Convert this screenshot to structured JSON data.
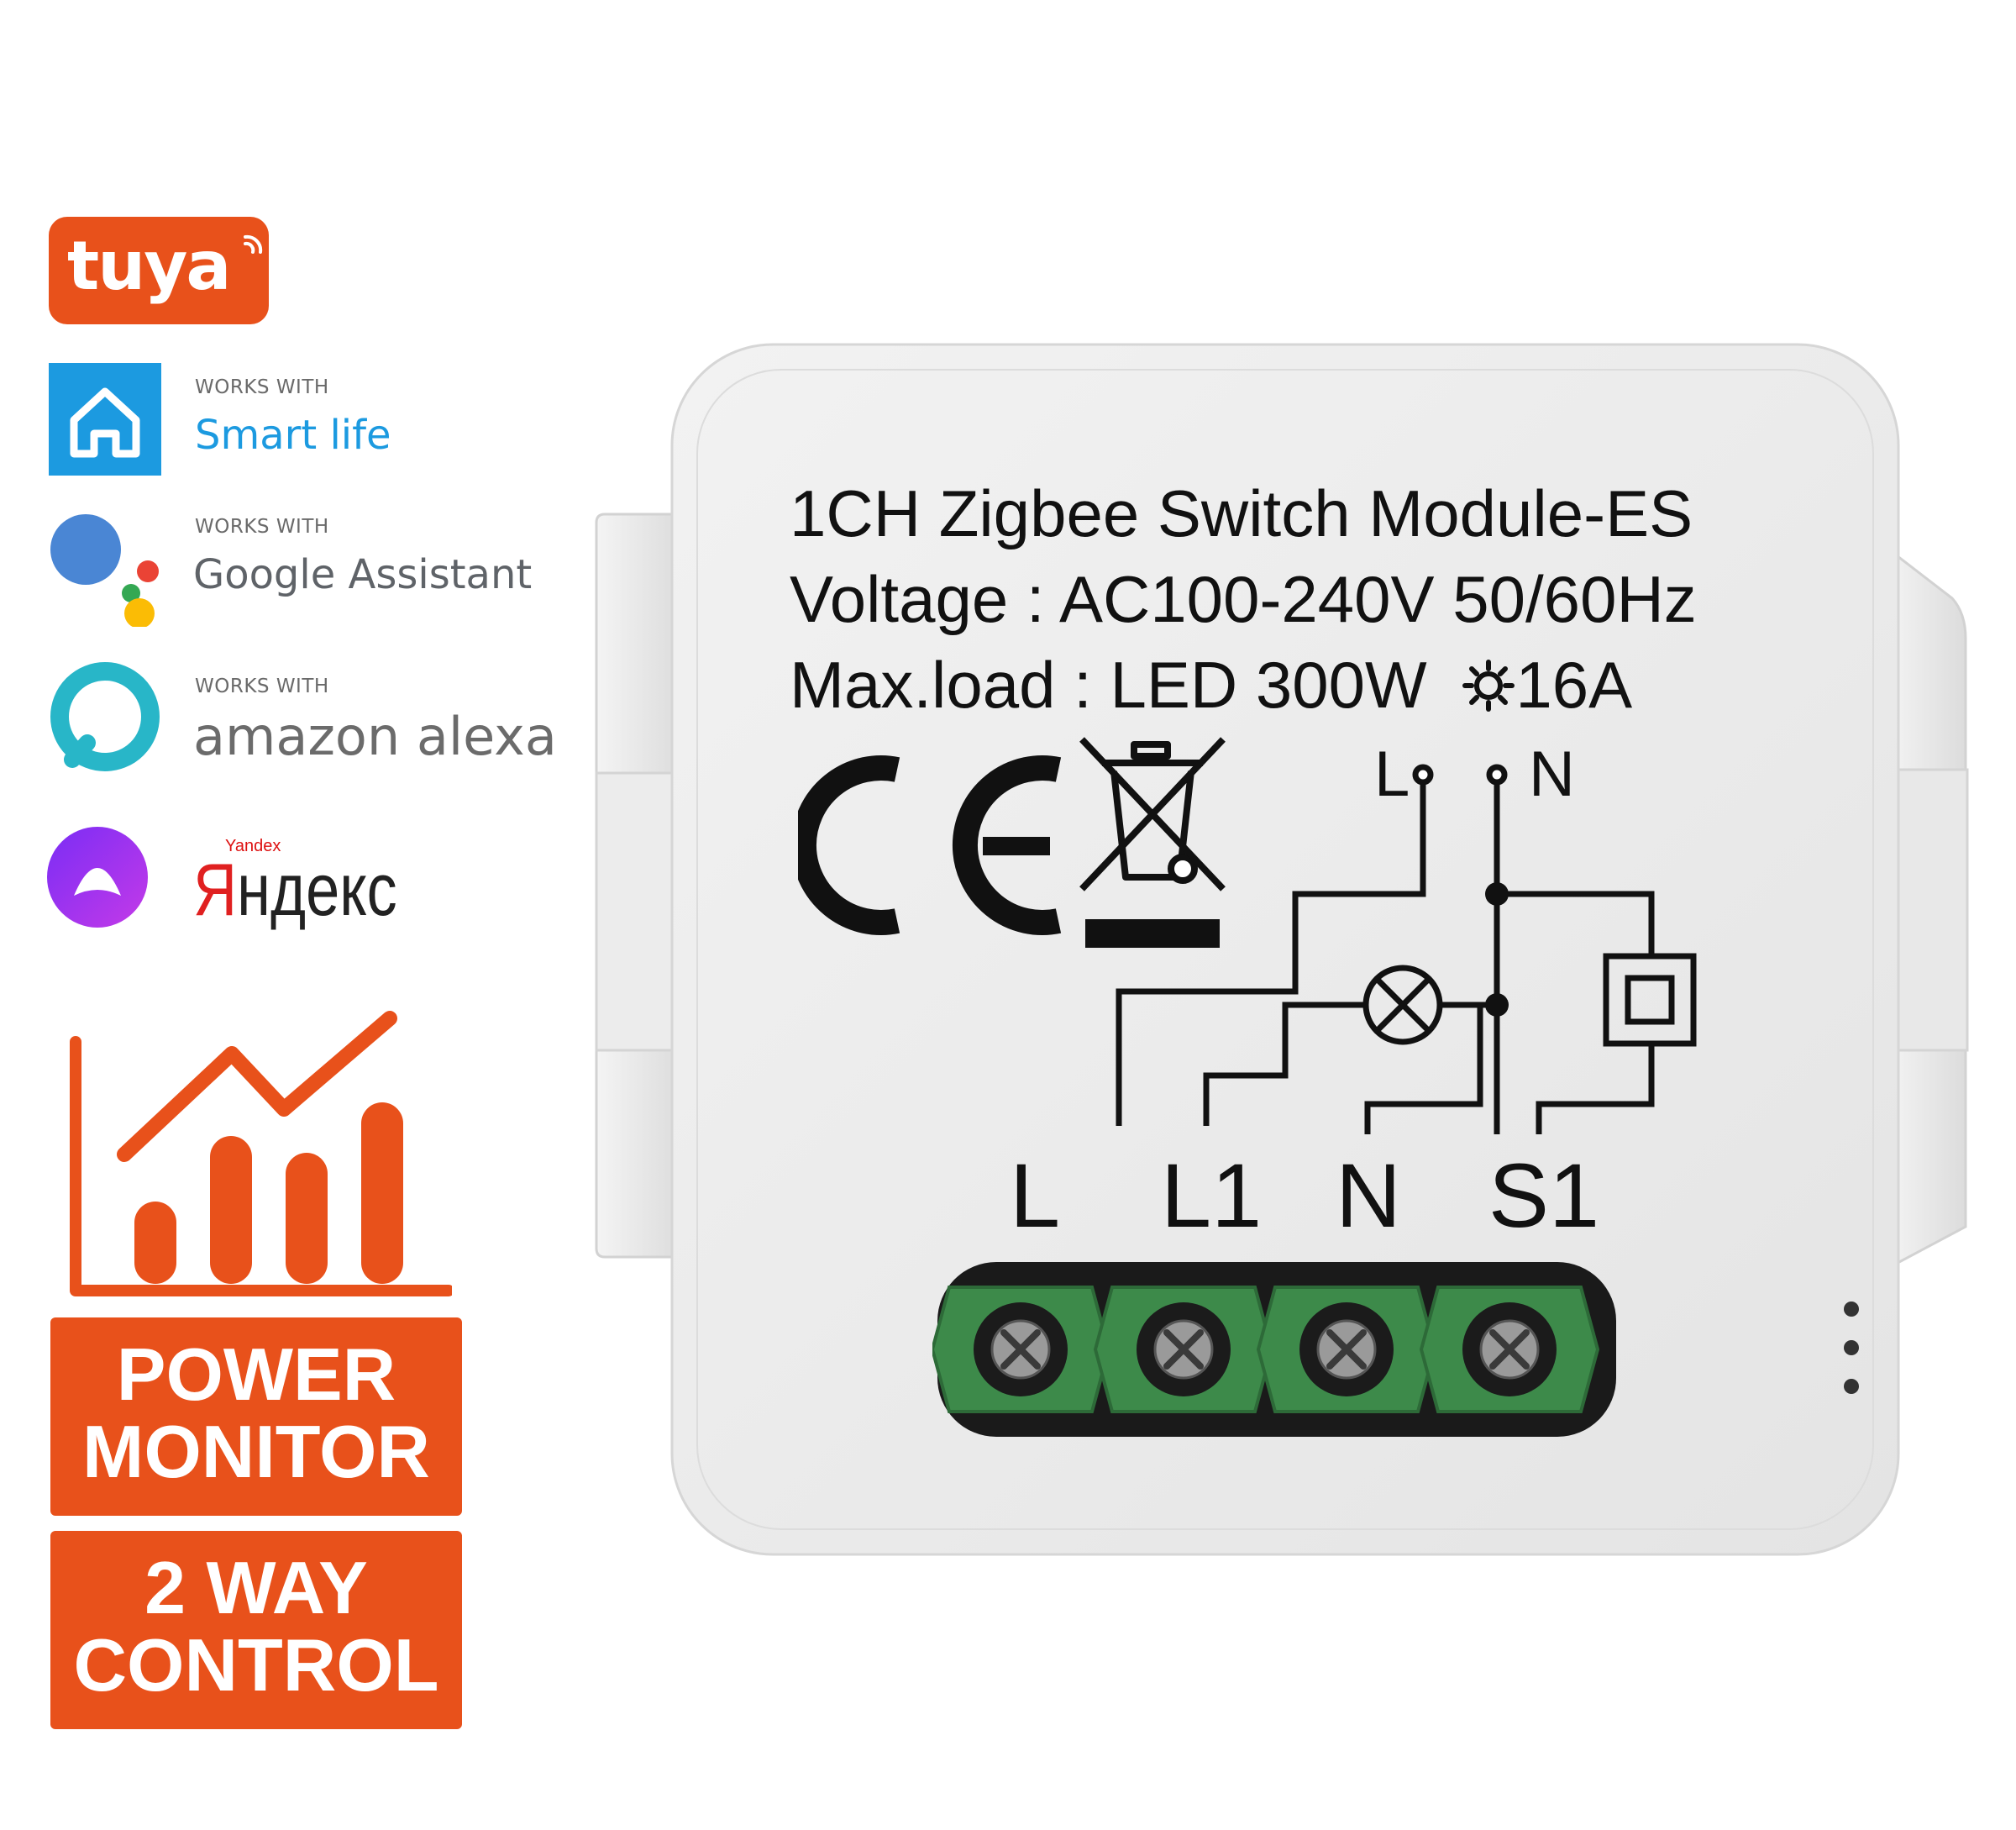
{
  "brand": {
    "tuya_logo": "tuya"
  },
  "ecosystems": [
    {
      "works_with": "WORKS WITH",
      "name": "Smart life",
      "icon": "smart-life-house-icon",
      "color": "#1c9ae0"
    },
    {
      "works_with": "WORKS WITH",
      "name": "Google Assistant",
      "icon": "google-assistant-icon"
    },
    {
      "works_with": "WORKS WITH",
      "name": "amazon alexa",
      "icon": "alexa-ring-icon",
      "color": "#28b6c8"
    },
    {
      "works_with": "",
      "name": "Яндекс",
      "sub": "Yandex",
      "icon": "yandex-alice-icon"
    }
  ],
  "features": {
    "chart_icon": "power-monitor-chart-icon",
    "power_monitor": [
      "POWER",
      "MONITOR"
    ],
    "two_way": [
      "2 WAY",
      "CONTROL"
    ],
    "accent": "#e8511b"
  },
  "device": {
    "title": "1CH Zigbee Switch Module-ES",
    "voltage": "Voltage : AC100-240V 50/60Hz",
    "maxload_prefix": "Max.load : LED 300W",
    "maxload_suffix": "16A",
    "marks": [
      "ce-mark-icon",
      "weee-bin-icon"
    ],
    "diagram": {
      "top_left": "L",
      "top_right": "N"
    },
    "terminals": [
      "L",
      "L1",
      "N",
      "S1"
    ],
    "terminal_color": "#3d8a4a"
  }
}
